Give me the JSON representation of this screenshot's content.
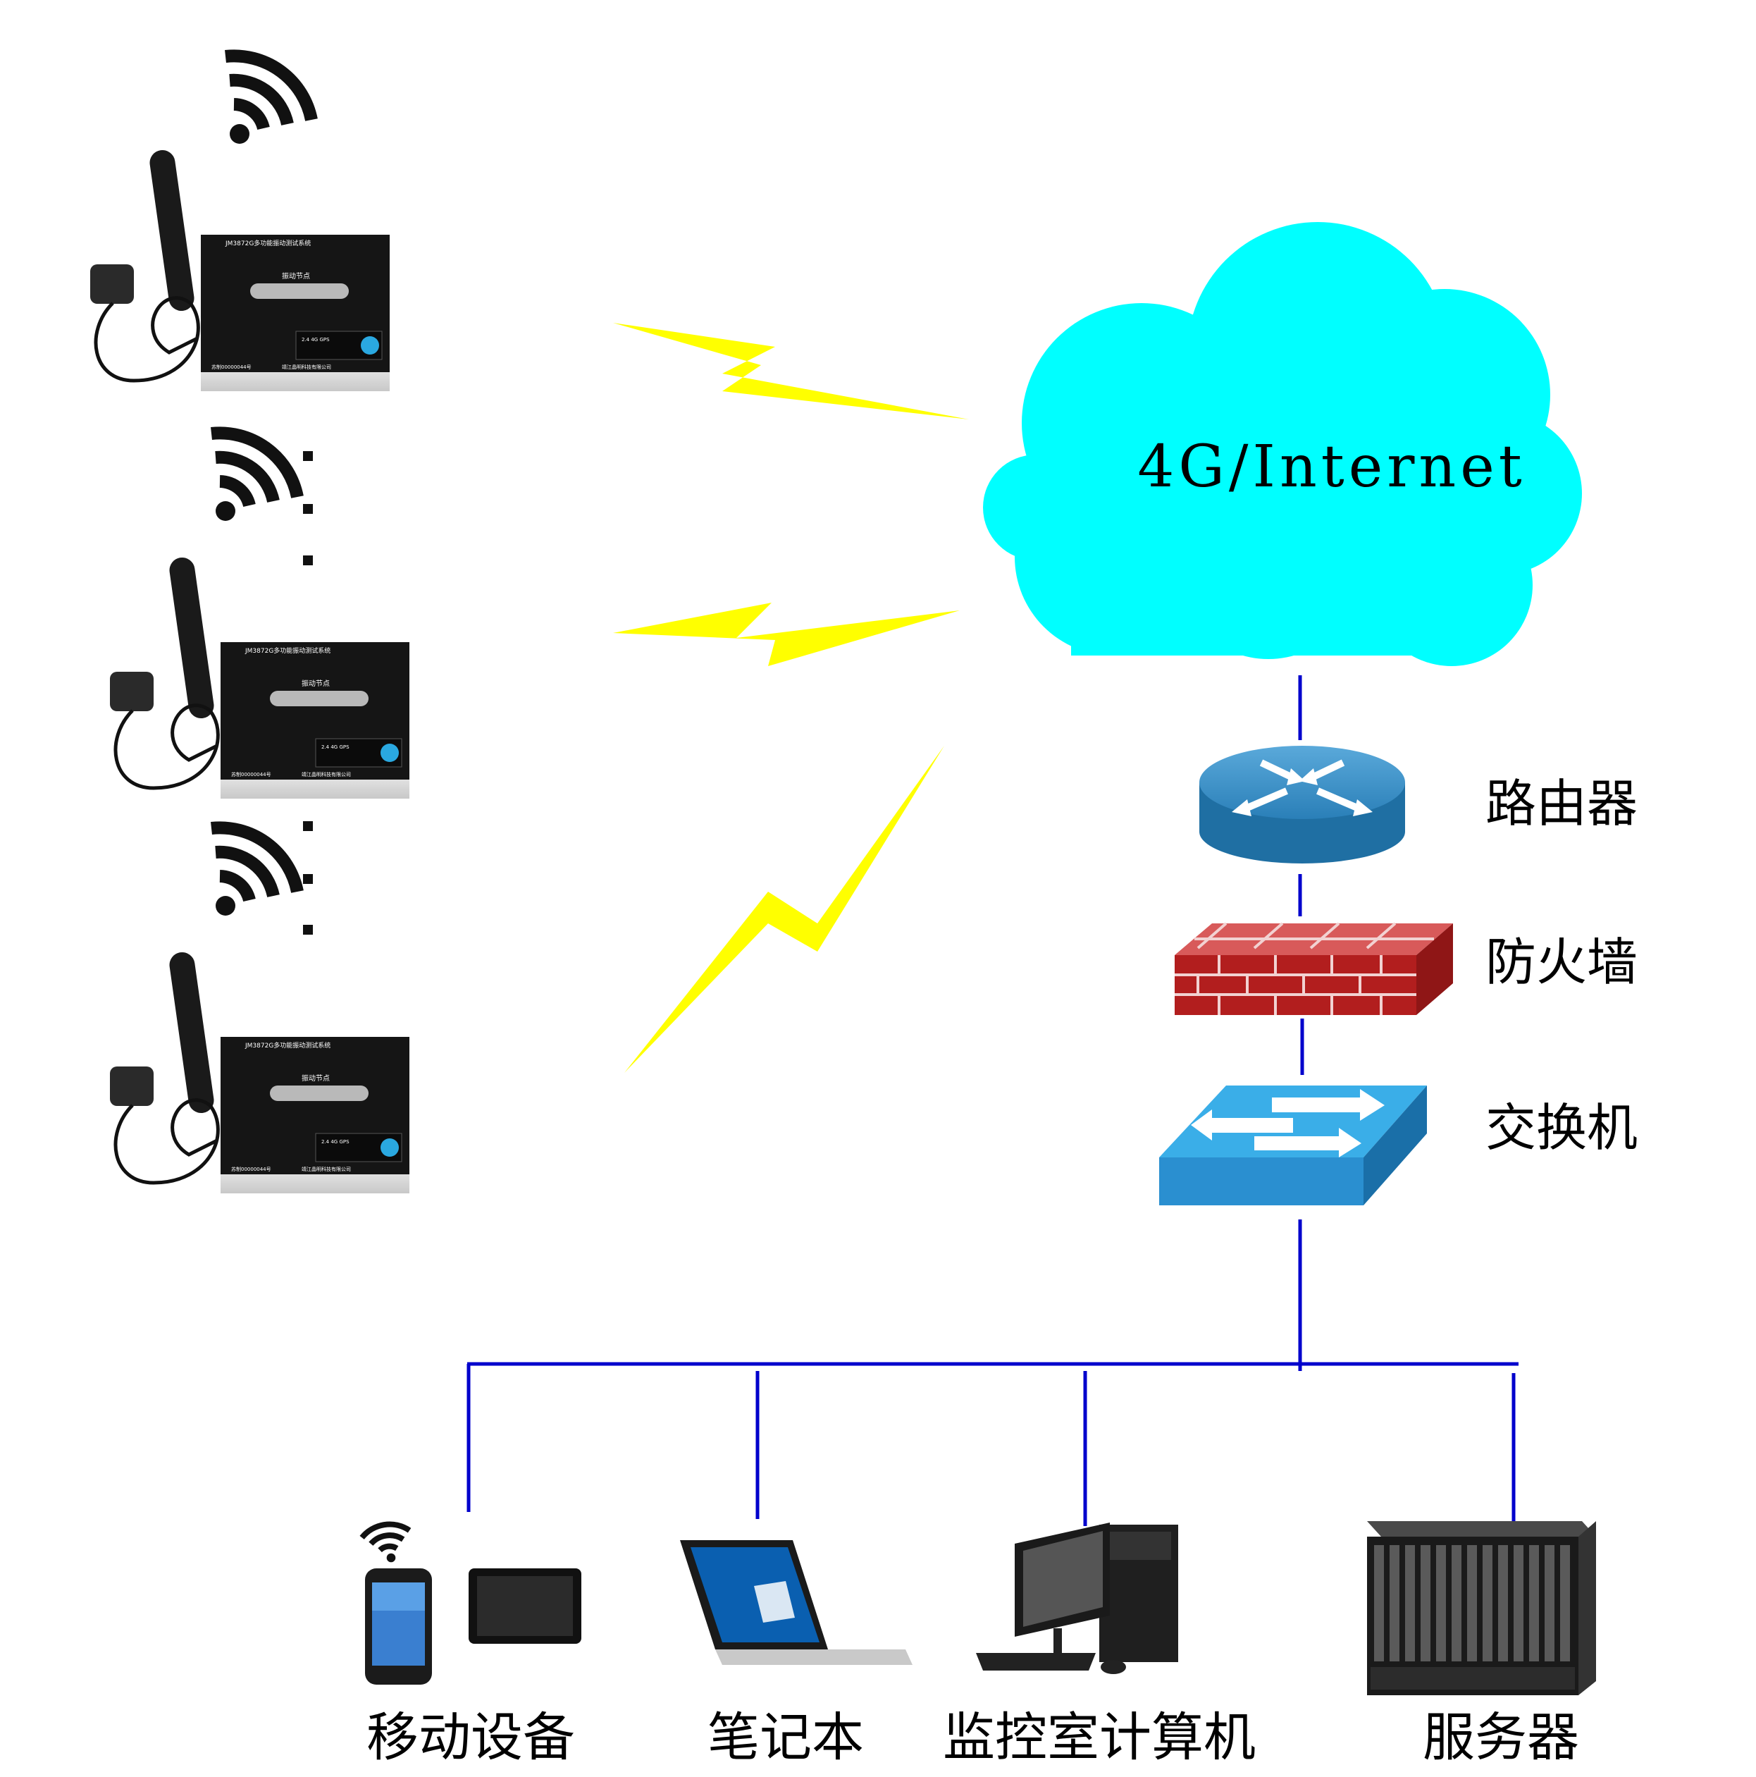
{
  "cloud": {
    "label": "4G/Internet",
    "color": "#00ffff"
  },
  "network": {
    "router_label": "路由器",
    "firewall_label": "防火墙",
    "switch_label": "交换机"
  },
  "sensor_node": {
    "panel_title": "JM3872G多功能振动测试系统",
    "handle_label": "振动节点",
    "indicator_text": "2.4 4G GPS",
    "cert_text": "苏制00000044号",
    "company_text": "靖江晶明科技有限公司"
  },
  "clients": [
    {
      "label": "移动设备",
      "icon": "mobile-tablet-icon"
    },
    {
      "label": "笔记本",
      "icon": "laptop-icon"
    },
    {
      "label": "监控室计算机",
      "icon": "desktop-computer-icon"
    },
    {
      "label": "服务器",
      "icon": "server-rack-icon"
    }
  ],
  "colors": {
    "link_line": "#0000cc",
    "lightning": "#ffff00",
    "router": "#1f7fb8",
    "firewall": "#b52020",
    "switch": "#2a9be0"
  }
}
